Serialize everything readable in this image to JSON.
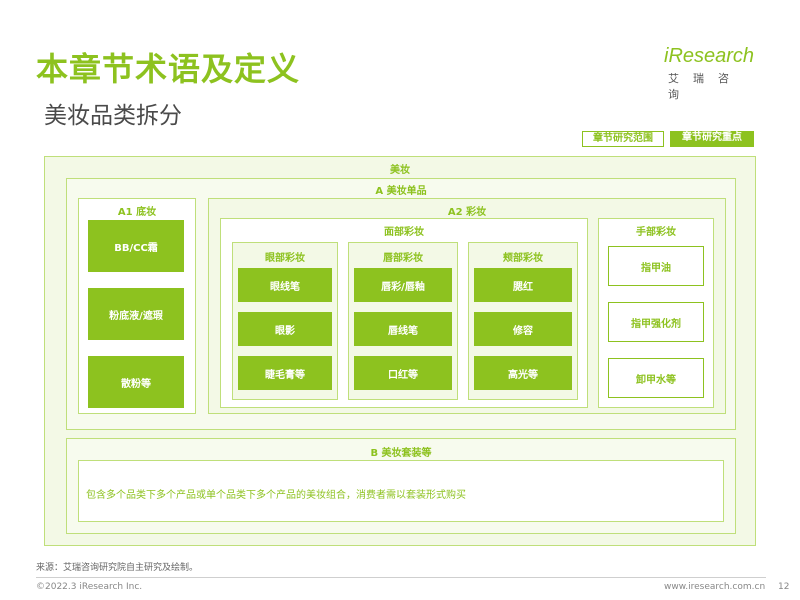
{
  "header": {
    "title": "本章节术语及定义",
    "subtitle": "美妆品类拆分",
    "logo_text": "iResearch",
    "logo_sub": "艾瑞咨询"
  },
  "tags": {
    "scope": "章节研究范围",
    "focus": "章节研究重点"
  },
  "diagram": {
    "root": "美妆",
    "a_label": "A 美妆单品",
    "a1": {
      "label": "A1 底妆",
      "items": [
        "BB/CC霜",
        "粉底液/遮瑕",
        "散粉等"
      ]
    },
    "a2": {
      "label": "A2 彩妆",
      "face": {
        "label": "面部彩妆",
        "eye": {
          "label": "眼部彩妆",
          "items": [
            "眼线笔",
            "眼影",
            "睫毛膏等"
          ]
        },
        "lip": {
          "label": "唇部彩妆",
          "items": [
            "唇彩/唇釉",
            "唇线笔",
            "口红等"
          ]
        },
        "cheek": {
          "label": "颊部彩妆",
          "items": [
            "腮红",
            "修容",
            "高光等"
          ]
        }
      },
      "hand": {
        "label": "手部彩妆",
        "items": [
          "指甲油",
          "指甲强化剂",
          "卸甲水等"
        ]
      }
    },
    "b": {
      "label": "B 美妆套装等",
      "desc": "包含多个品类下多个产品或单个品类下多个产品的美妆组合，消费者需以套装形式购买"
    }
  },
  "footer": {
    "source": "来源：艾瑞咨询研究院自主研究及绘制。",
    "copyright": "©2022.3 iResearch Inc.",
    "url": "www.iresearch.com.cn",
    "page": "12"
  },
  "colors": {
    "accent": "#8dc21f",
    "frame": "#bfdf7a",
    "bg": "#f3f9e6"
  }
}
